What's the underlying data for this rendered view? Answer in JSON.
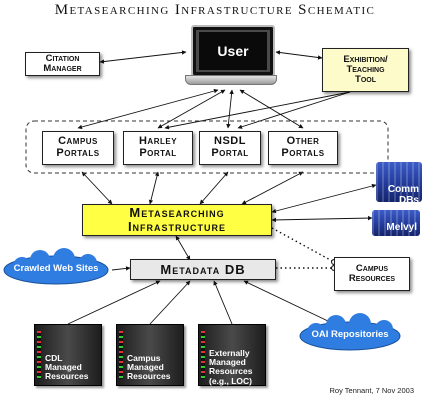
{
  "title": "Metasearching Infrastructure Schematic",
  "user": {
    "label": "User"
  },
  "citation_manager": {
    "label": "Citation\nManager"
  },
  "exhibition_tool": {
    "label": "Exhibition/\nTeaching\nTool"
  },
  "portals": [
    {
      "label": "Campus\nPortals"
    },
    {
      "label": "Harley\nPortal"
    },
    {
      "label": "NSDL\nPortal"
    },
    {
      "label": "Other\nPortals"
    }
  ],
  "metasearch": {
    "label": "Metasearching\nInfrastructure",
    "highlight": "#ffff44"
  },
  "metadata_db": {
    "label": "Metadata DB"
  },
  "comm_dbs": {
    "label": "Comm\nDBs"
  },
  "melvyl": {
    "label": "Melvyl"
  },
  "crawled": {
    "label": "Crawled Web Sites"
  },
  "campus_resources": {
    "label": "Campus\nResources"
  },
  "oai": {
    "label": "OAI Repositories"
  },
  "racks": [
    {
      "label": "CDL\nManaged\nResources"
    },
    {
      "label": "Campus\nManaged\nResources"
    },
    {
      "label": "Externally\nManaged\nResources\n(e.g., LOC)"
    }
  ],
  "footer": "Roy Tennant, 7 Nov 2003",
  "colors": {
    "cloud": "#2f7de0",
    "server": "#2a44b0"
  }
}
